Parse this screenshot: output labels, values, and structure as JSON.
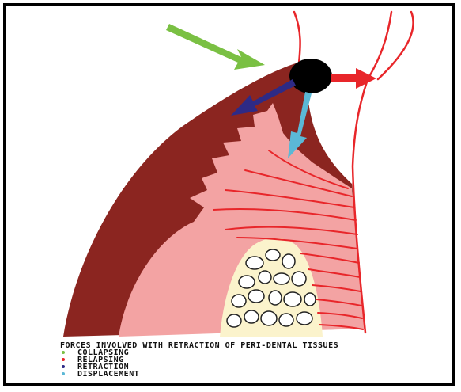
{
  "legend": {
    "title": "FORCES INVOLVED WITH RETRACTION OF PERI-DENTAL TISSUES",
    "items": [
      {
        "label": "COLLAPSING",
        "color": "#7ac043"
      },
      {
        "label": "RELAPSING",
        "color": "#e8262a"
      },
      {
        "label": "RETRACTION",
        "color": "#2e2a86"
      },
      {
        "label": "DISPLACEMENT",
        "color": "#5bb8d6"
      }
    ]
  },
  "colors": {
    "outer_tissue": "#8b2520",
    "inner_tissue": "#f3a3a3",
    "bone": "#fbf3cc",
    "cord": "#000000",
    "line": "#e8262a"
  }
}
